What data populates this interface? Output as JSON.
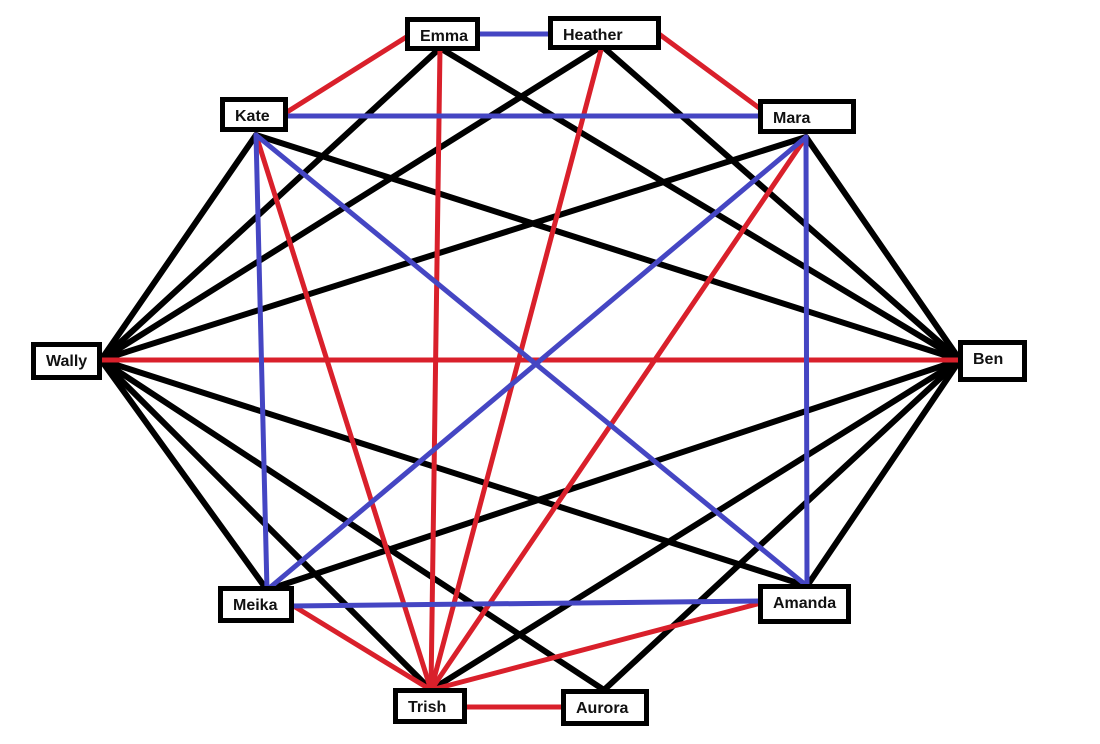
{
  "colors": {
    "black_edge": "#000000",
    "red_edge": "#d9202b",
    "blue_edge": "#4546c3",
    "node_border": "#000000",
    "background": "#ffffff"
  },
  "nodes": {
    "emma": "Emma",
    "heather": "Heather",
    "kate": "Kate",
    "mara": "Mara",
    "wally": "Wally",
    "ben": "Ben",
    "meika": "Meika",
    "amanda": "Amanda",
    "trish": "Trish",
    "aurora": "Aurora"
  },
  "edges": [
    {
      "from": "wally",
      "to": "emma",
      "color": "black"
    },
    {
      "from": "wally",
      "to": "heather",
      "color": "black"
    },
    {
      "from": "wally",
      "to": "kate",
      "color": "black"
    },
    {
      "from": "wally",
      "to": "mara",
      "color": "black"
    },
    {
      "from": "wally",
      "to": "meika",
      "color": "black"
    },
    {
      "from": "wally",
      "to": "trish",
      "color": "black"
    },
    {
      "from": "wally",
      "to": "aurora",
      "color": "black"
    },
    {
      "from": "wally",
      "to": "amanda",
      "color": "black"
    },
    {
      "from": "wally",
      "to": "ben",
      "color": "red"
    },
    {
      "from": "ben",
      "to": "emma",
      "color": "black"
    },
    {
      "from": "ben",
      "to": "heather",
      "color": "black"
    },
    {
      "from": "ben",
      "to": "kate",
      "color": "black"
    },
    {
      "from": "ben",
      "to": "mara",
      "color": "black"
    },
    {
      "from": "ben",
      "to": "meika",
      "color": "black"
    },
    {
      "from": "ben",
      "to": "trish",
      "color": "black"
    },
    {
      "from": "ben",
      "to": "aurora",
      "color": "black"
    },
    {
      "from": "ben",
      "to": "amanda",
      "color": "black"
    },
    {
      "from": "emma",
      "to": "heather",
      "color": "blue"
    },
    {
      "from": "kate",
      "to": "mara",
      "color": "blue"
    },
    {
      "from": "kate",
      "to": "meika",
      "color": "blue"
    },
    {
      "from": "kate",
      "to": "amanda",
      "color": "blue"
    },
    {
      "from": "mara",
      "to": "meika",
      "color": "blue"
    },
    {
      "from": "mara",
      "to": "amanda",
      "color": "blue"
    },
    {
      "from": "meika",
      "to": "amanda",
      "color": "blue"
    },
    {
      "from": "kate",
      "to": "emma",
      "color": "red"
    },
    {
      "from": "heather",
      "to": "mara",
      "color": "red"
    },
    {
      "from": "trish",
      "to": "emma",
      "color": "red"
    },
    {
      "from": "trish",
      "to": "heather",
      "color": "red"
    },
    {
      "from": "trish",
      "to": "kate",
      "color": "red"
    },
    {
      "from": "trish",
      "to": "mara",
      "color": "red"
    },
    {
      "from": "trish",
      "to": "meika",
      "color": "red"
    },
    {
      "from": "trish",
      "to": "amanda",
      "color": "red"
    },
    {
      "from": "trish",
      "to": "aurora",
      "color": "red"
    }
  ]
}
